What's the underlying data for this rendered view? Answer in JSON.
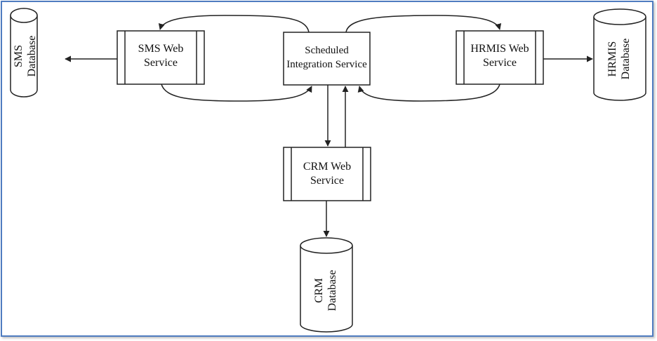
{
  "diagram": {
    "nodes": {
      "scheduled": {
        "label": "Scheduled Integration Service"
      },
      "sms_ws": {
        "label": "SMS Web Service"
      },
      "hrmis_ws": {
        "label": "HRMIS Web Service"
      },
      "crm_ws": {
        "label": "CRM Web Service"
      },
      "sms_db": {
        "line1": "SMS",
        "line2": "Database"
      },
      "hrmis_db": {
        "line1": "HRMIS",
        "line2": "Database"
      },
      "crm_db": {
        "line1": "CRM",
        "line2": "Database"
      }
    },
    "colors": {
      "frame_border": "#4f7cc0",
      "stroke": "#222222"
    }
  }
}
